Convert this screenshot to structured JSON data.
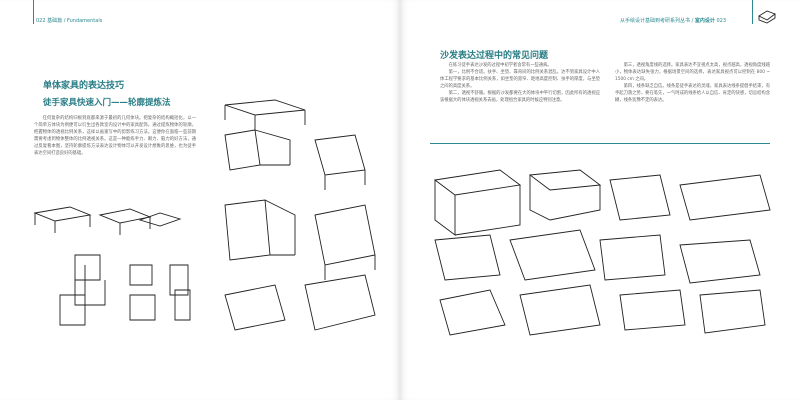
{
  "left": {
    "header": {
      "page_no": "022",
      "section": "基础篇 / Fundamentals"
    },
    "title": "单体家具的表达技巧",
    "subtitle": "徒手家具快速入门——轮廓提炼法",
    "paragraph": "任何复杂的结构归根到底都来源于最初的几何体块。把复杂的结构概括化，以一个简单方体块为例便可以衍生出各款室内设计中的家具配饰。通过提炼物体的轮廓，把握物体的透视比例关系，这样以画速写中的剪影练习方法。这便你在面临一些前期需要考虑到物体整体的比例透视关系。这是一种能练手力、眼力、脑力的好方法，通过反复看本图，坚持轮廓提炼方法表达设计物体可以开发设计想象的思维，也为徒手表达空间打造良好的基础。"
  },
  "right": {
    "header": {
      "series": "从手绘设计基础到考研系列丛书 /",
      "book": "室内设计",
      "page_no": "023"
    },
    "title": "沙发表达过程中的常见问题",
    "col1": [
      "在练习徒手表达沙发的过程中初学者会常有一些通病。",
      "第一，比例不合适。扶手、坐垫、靠背间的比例关系混乱，达不到家具设计中人体工程学要求的基本比例关系，如坐垫的宽窄、距地高度控制、扶手的厚度，与坐垫之间的高度关系。",
      "第二，透视不舒服。根据的沙发都要在大的体块中平行切割，因此所有的透视应该根据大的体块透视关系去画，处理组合家具的时候应特别注意。"
    ],
    "col2": [
      "第三，透视角度线的选择。家具表达不宜视点太高，视点越高，透视角度线越小，物体表达缺失张力，根据场景空间的选择，表达家具视点可以控制在 800 ~ 1500 cm 之间。",
      "第四，线条缺乏自信。线条是徒手表达的灵魂，家具表达线条提倡手结束，有手起刀落之势，要在笔先，一气呵成的线条给人以自信、肯定的快感，切忌结构含糊，线条犹豫不定的表达。"
    ]
  }
}
